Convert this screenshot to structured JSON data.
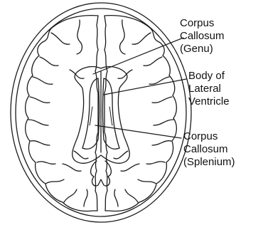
{
  "labels": {
    "genu": [
      "Corpus",
      "Callosum",
      "(Genu)"
    ],
    "body": [
      "Body of",
      "Lateral",
      "Ventricle"
    ],
    "splenium": [
      "Corpus",
      "Callosum",
      "(Splenium)"
    ]
  },
  "colors": {
    "line": "#1a1a1a",
    "background": "#ffffff"
  }
}
